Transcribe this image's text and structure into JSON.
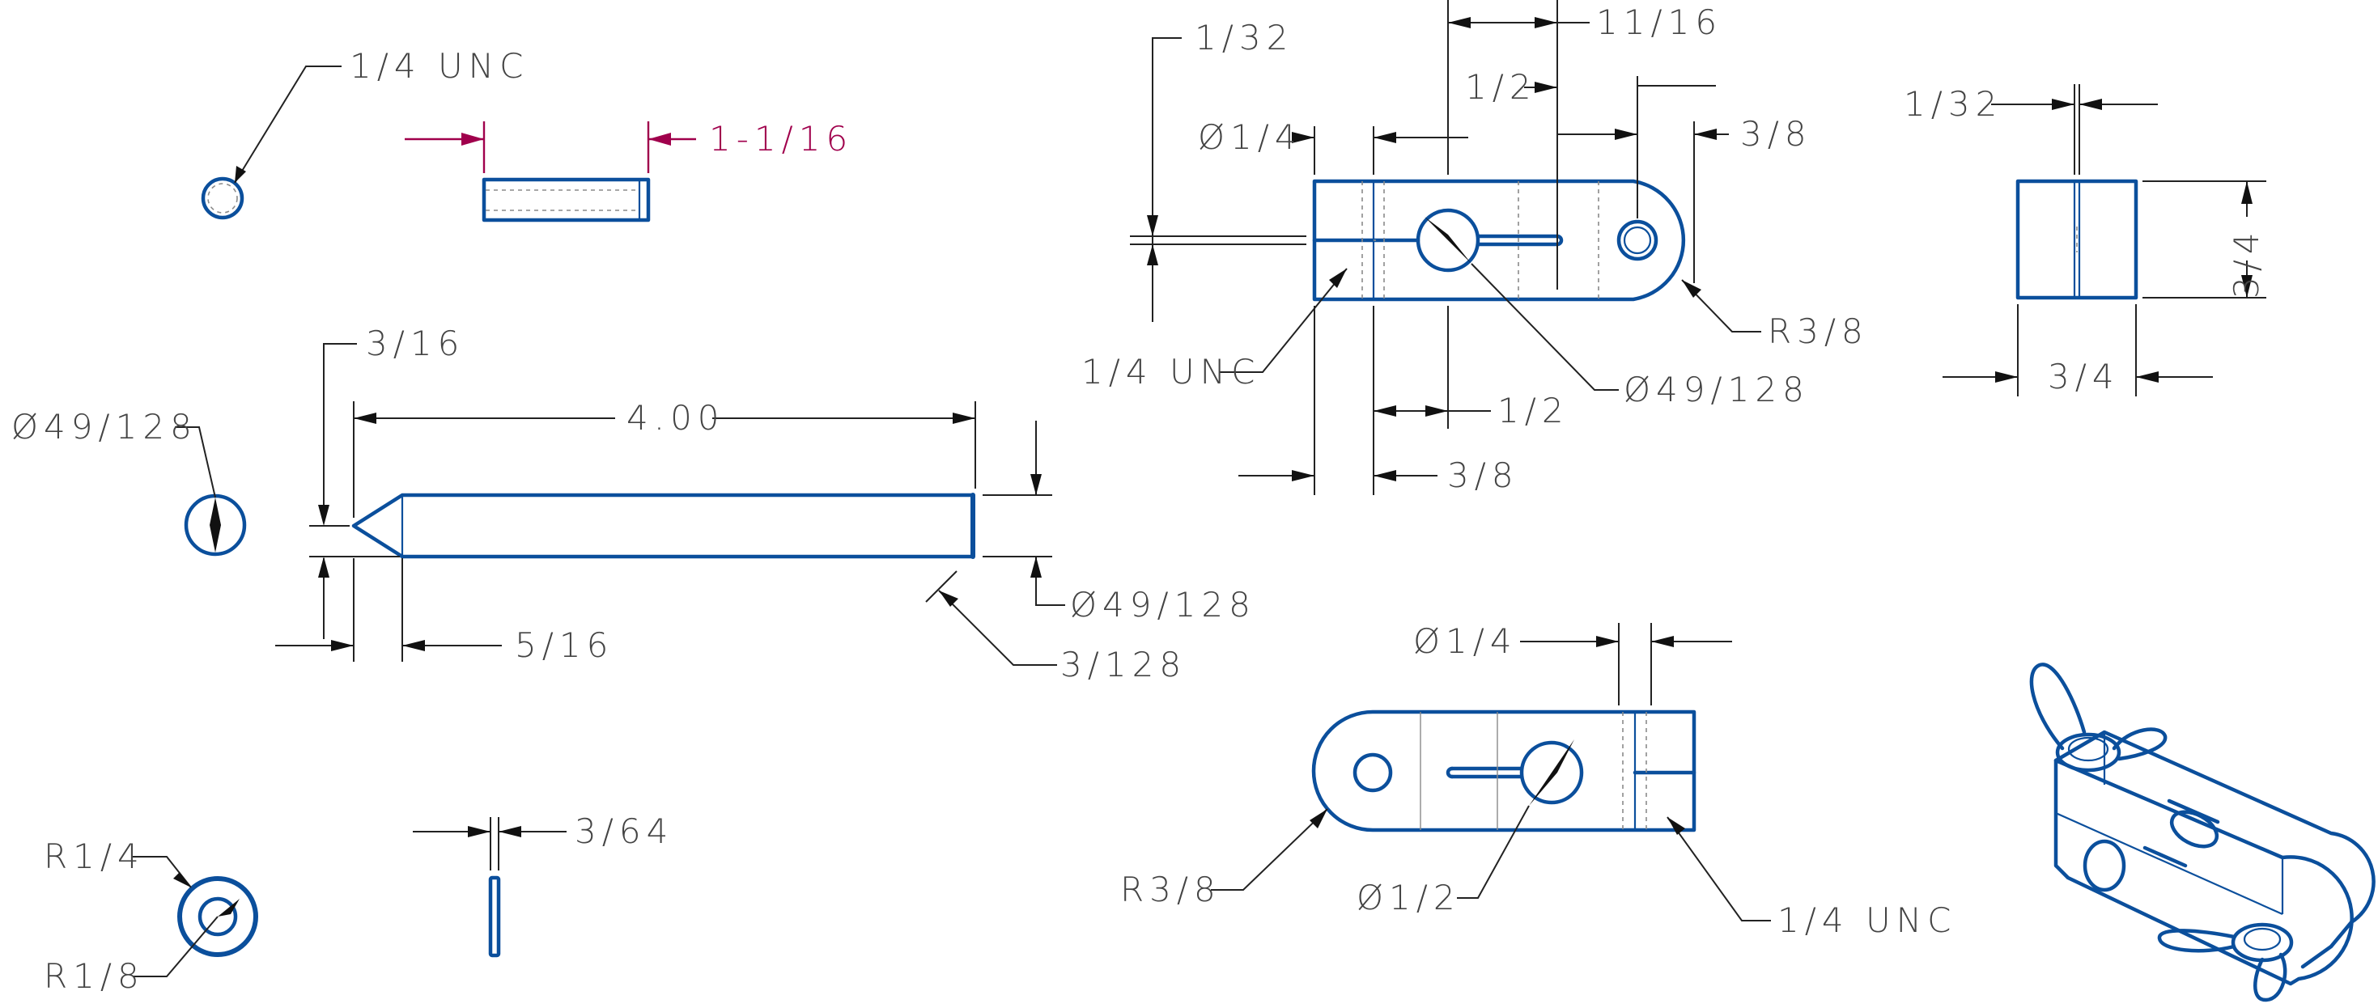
{
  "drawing": {
    "accent_color": "#a0004c",
    "part_color": "#0b4f9c",
    "labels": {
      "small_pin_thread": "1/4 UNC",
      "small_pin_length": "1-1/16",
      "rod_chamfer_length": "3/16",
      "rod_end_dia": "Ø49/128",
      "rod_length": "4.00",
      "rod_tip_length": "5/16",
      "rod_dia": "Ø49/128",
      "rod_end_chamfer": "3/128",
      "washer_outer_radius": "R1/4",
      "washer_inner_radius": "R1/8",
      "washer_thickness": "3/64",
      "top_slot_gap": "1/32",
      "top_total_to_hole": "11/16",
      "top_half": "1/2",
      "top_hole_dia": "Ø1/4",
      "top_three_eighths_right": "3/8",
      "top_left_thread": "1/4 UNC",
      "top_end_radius": "R3/8",
      "top_center_hole_dia": "Ø49/128",
      "top_half_bottom": "1/2",
      "top_three_eighths_bottom": "3/8",
      "side_slot_gap": "1/32",
      "side_height": "3/4",
      "side_width": "3/4",
      "bottom_hole_dia": "Ø1/4",
      "bottom_end_radius": "R3/8",
      "bottom_center_dia": "Ø1/2",
      "bottom_thread": "1/4 UNC"
    }
  }
}
